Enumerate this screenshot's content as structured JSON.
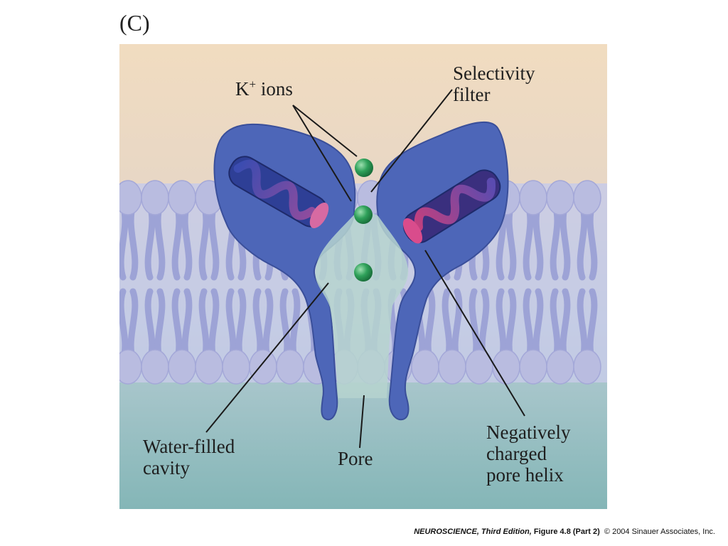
{
  "figure": {
    "panel_letter": "(C)",
    "labels": {
      "k_ions_main": "K",
      "k_ions_sup": "+",
      "k_ions_rest": " ions",
      "selectivity_filter": [
        "Selectivity",
        "filter"
      ],
      "water_filled_cavity": [
        "Water-filled",
        "cavity"
      ],
      "pore": "Pore",
      "negatively_charged_pore_helix": [
        "Negatively",
        "charged",
        "pore helix"
      ]
    },
    "colors": {
      "extracellular": "#efdcc2",
      "intracellular": "#8ebdbc",
      "membrane": "#c3c6e6",
      "lipid_head": "#b9bce0",
      "lipid_tail": "#9da3d6",
      "channel": "#4a63b5",
      "ion": "#2fa15a",
      "helix_left": "#5d4fb5",
      "helix_right": "#a44a8b"
    }
  },
  "credit": {
    "book": "NEUROSCIENCE",
    "edition": ", Third Edition,",
    "figure_ref": " Figure 4.8 (Part 2)",
    "copyright": "  © 2004 Sinauer Associates, Inc."
  }
}
